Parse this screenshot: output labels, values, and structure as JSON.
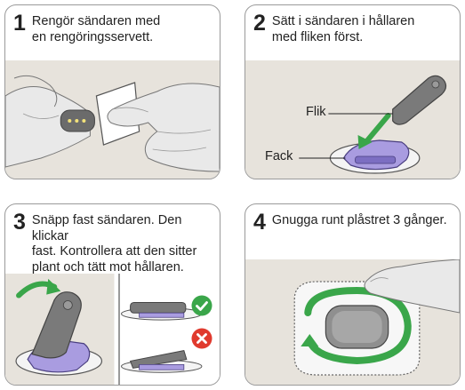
{
  "steps": [
    {
      "number": "1",
      "text_lines": [
        "Rengör sändaren med",
        "en rengöringsservett."
      ]
    },
    {
      "number": "2",
      "text_lines": [
        "Sätt i sändaren i hållaren",
        "med fliken först."
      ],
      "labels": {
        "flik": "Flik",
        "fack": "Fack"
      }
    },
    {
      "number": "3",
      "text_lines": [
        "Snäpp fast sändaren. Den klickar",
        "fast. Kontrollera att den sitter",
        "plant och tätt mot hållaren."
      ]
    },
    {
      "number": "4",
      "text_lines": [
        "Gnugga runt plåstret 3 gånger."
      ]
    }
  ],
  "status_icons": {
    "correct": "check-icon",
    "incorrect": "cross-icon",
    "correct_color": "#3aa64a",
    "incorrect_color": "#e03a2e"
  },
  "colors": {
    "accent_green": "#3aa64a",
    "holder_purple": "#9c8fd0",
    "background_beige": "#e7e3dc"
  }
}
